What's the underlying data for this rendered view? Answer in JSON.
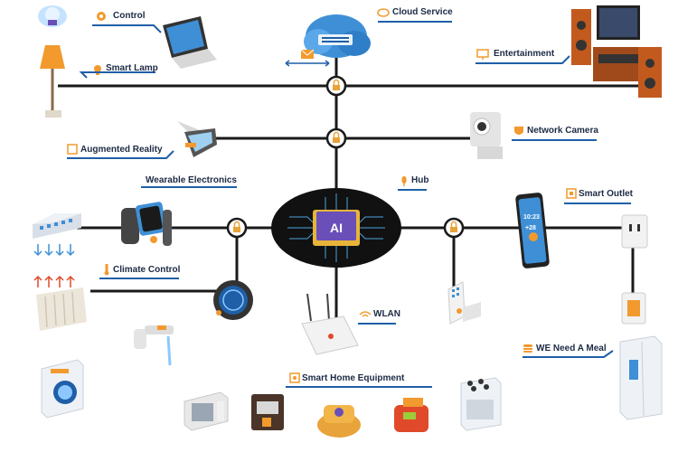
{
  "labels": {
    "control": "Control",
    "cloud_service": "Cloud Service",
    "smart_lamp": "Smart Lamp",
    "entertainment": "Entertainment",
    "network_camera": "Network Camera",
    "augmented_reality": "Augmented Reality",
    "wearable_electronics": "Wearable Electronics",
    "hub": "Hub",
    "smart_outlet": "Smart Outlet",
    "climate_control": "Climate Control",
    "wlan": "WLAN",
    "we_need_a_meal": "WE Need A Meal",
    "smart_home_equipment": "Smart Home Equipment"
  },
  "chip": {
    "text": "AI"
  },
  "phone": {
    "time": "10:23",
    "temp": "+28"
  },
  "icons": [
    "gear-icon",
    "cloud-icon",
    "bulb-icon",
    "monitor-icon",
    "shield-icon",
    "cube-icon",
    "microphone-icon",
    "outlet-icon",
    "thermometer-icon",
    "wifi-icon",
    "burger-icon",
    "appliance-icon"
  ],
  "colors": {
    "network_line": "#1a1a1a",
    "lock_node": "#e8a33a",
    "accent_blue": "#1f5fa8",
    "label_icon": "#f29a2e",
    "hub_bg": "#111111",
    "chip": "#6a4fb8"
  }
}
